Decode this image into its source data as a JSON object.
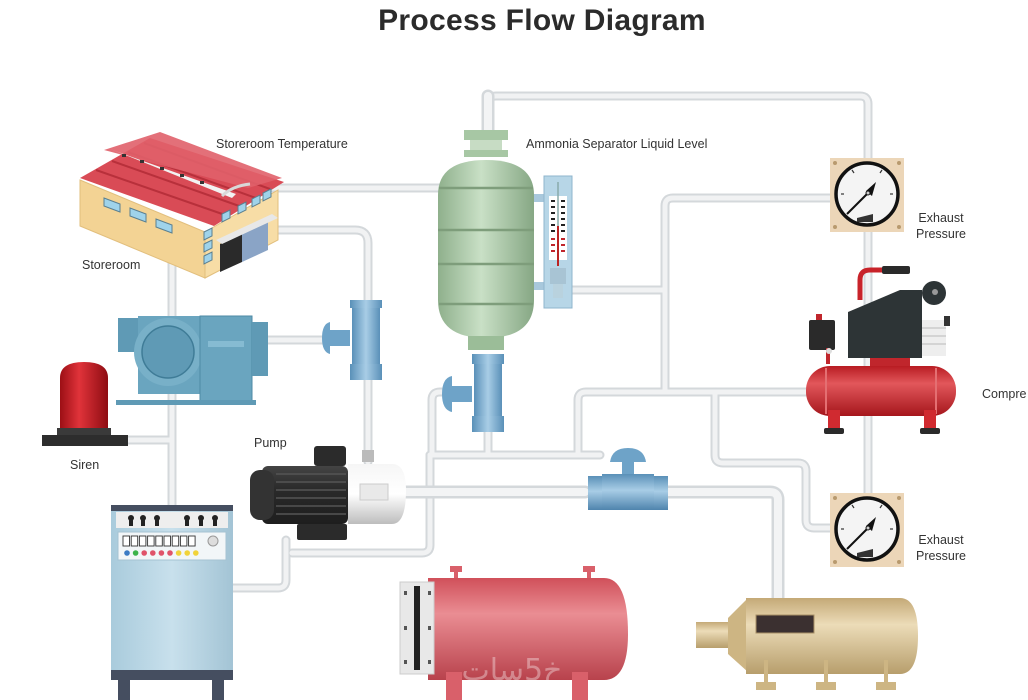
{
  "title": "Process Flow Diagram",
  "labels": {
    "storeroom_temperature": "Storeroom Temperature",
    "storeroom": "Storeroom",
    "ammonia_separator_liquid_level": "Ammonia Separator Liquid Level",
    "exhaust_pressure_top_line1": "Exhaust",
    "exhaust_pressure_top_line2": "Pressure",
    "exhaust_pressure_bottom_line1": "Exhaust",
    "exhaust_pressure_bottom_line2": "Pressure",
    "compressor": "Compre",
    "siren": "Siren",
    "pump": "Pump"
  },
  "colors": {
    "pipe": "#e8eaec",
    "pipe_edge": "#cfd3d6",
    "roof": "#d84a55",
    "wall": "#f5d9a0",
    "separator": "#a9c9a6",
    "valve": "#6ea3c8",
    "compressor_tank": "#cc2b2f",
    "red_tank": "#d9606a",
    "beige_tank": "#d6bf8f",
    "control_cabinet": "#b8d6e6",
    "cabinet_dark": "#454e60",
    "siren_red": "#c0141c",
    "motor_dark": "#2f2f31"
  },
  "control_panel": {
    "indicator_colors": [
      "#3b7bc4",
      "#3cb34a",
      "#e0536a",
      "#e0536a",
      "#e0536a",
      "#e0536a",
      "#f1d33a",
      "#f1d33a",
      "#f1d33a"
    ],
    "switch_count": 9,
    "knob_count": 6
  },
  "watermark": "خ5سات"
}
